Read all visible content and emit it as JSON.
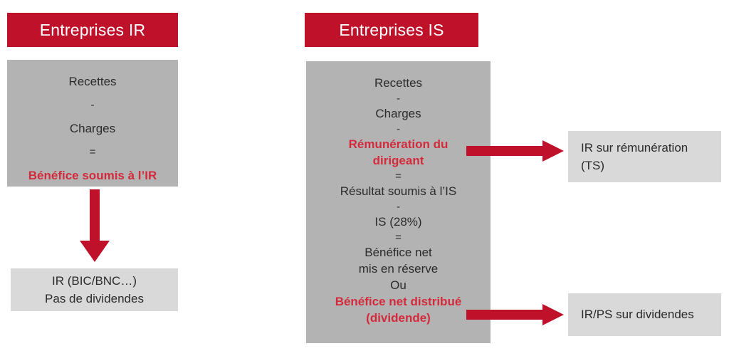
{
  "diagram": {
    "title_visible": false,
    "colors": {
      "accent_red": "#C0112B",
      "accent_red_text": "#D42B3C",
      "block_gray": "#B3B3B3",
      "outcome_gray": "#D9D9D9",
      "body_text": "#2b2b2b",
      "header_text": "#ffffff",
      "background": "#ffffff"
    },
    "columns": [
      {
        "id": "ir",
        "header": "Entreprises IR",
        "calc_lines": [
          {
            "text": "Recettes",
            "style": "normal"
          },
          {
            "text": "-",
            "style": "operator"
          },
          {
            "text": "Charges",
            "style": "normal"
          },
          {
            "text": "=",
            "style": "operator"
          },
          {
            "text": "Bénéfice soumis à l’IR",
            "style": "accent"
          }
        ],
        "outcomes": [
          {
            "id": "ir-outcome",
            "lines": [
              "IR (BIC/BNC…)",
              "Pas de dividendes"
            ],
            "align": "center"
          }
        ]
      },
      {
        "id": "is",
        "header": "Entreprises IS",
        "calc_lines": [
          {
            "text": "Recettes",
            "style": "normal"
          },
          {
            "text": "-",
            "style": "operator"
          },
          {
            "text": "Charges",
            "style": "normal"
          },
          {
            "text": "-",
            "style": "operator"
          },
          {
            "text": "Rémunération du",
            "style": "accent"
          },
          {
            "text": "dirigeant",
            "style": "accent"
          },
          {
            "text": "=",
            "style": "operator"
          },
          {
            "text": "Résultat soumis à l’IS",
            "style": "normal"
          },
          {
            "text": "-",
            "style": "operator"
          },
          {
            "text": "IS (28%)",
            "style": "normal"
          },
          {
            "text": "=",
            "style": "operator"
          },
          {
            "text": "Bénéfice net",
            "style": "normal"
          },
          {
            "text": "mis en réserve",
            "style": "normal"
          },
          {
            "text": "Ou",
            "style": "normal"
          },
          {
            "text": "Bénéfice net distribué",
            "style": "accent"
          },
          {
            "text": "(dividende)",
            "style": "accent"
          }
        ],
        "outcomes": [
          {
            "id": "is-outcome-remuneration",
            "lines": [
              "IR sur rémunération",
              "(TS)"
            ],
            "align": "left"
          },
          {
            "id": "is-outcome-dividendes",
            "lines": [
              "IR/PS sur dividendes"
            ],
            "align": "left"
          }
        ]
      }
    ],
    "arrows": [
      {
        "id": "arrow-ir-down",
        "direction": "down",
        "from": "calc-ir",
        "to": "ir-outcome"
      },
      {
        "id": "arrow-is-remuneration",
        "direction": "right",
        "from": "calc-is",
        "to": "is-outcome-remuneration"
      },
      {
        "id": "arrow-is-dividendes",
        "direction": "right",
        "from": "calc-is",
        "to": "is-outcome-dividendes"
      }
    ]
  }
}
